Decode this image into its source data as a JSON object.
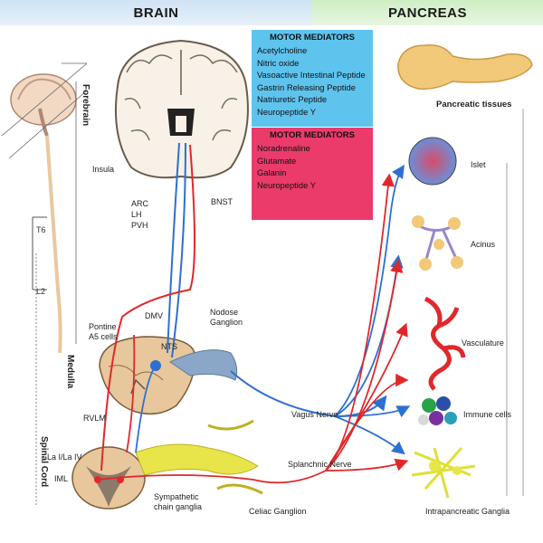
{
  "headers": {
    "brain": "BRAIN",
    "pancreas": "PANCREAS"
  },
  "motor_mediators_parasympathetic": {
    "title": "MOTOR MEDIATORS",
    "items": [
      "Acetylcholine",
      "Nitric oxide",
      "Vasoactive Intestinal Peptide",
      "Gastrin Releasing Peptide",
      "Natriuretic Peptide",
      "Neuropeptide Y"
    ],
    "color": "#5ec4ee"
  },
  "motor_mediators_sympathetic": {
    "title": "MOTOR MEDIATORS",
    "items": [
      "Noradrenaline",
      "Glutamate",
      "Galanin",
      "Neuropeptide Y"
    ],
    "color": "#ea3b6b"
  },
  "side_labels": {
    "forebrain": "Forebrain",
    "medulla": "Medulla",
    "spinal_cord": "Spinal Cord"
  },
  "spine_levels": {
    "t6": "T6",
    "l2": "L2"
  },
  "brain_labels": {
    "insula": "Insula",
    "bnst": "BNST",
    "arc": "ARC",
    "lh": "LH",
    "pvh": "PVH"
  },
  "medulla_labels": {
    "dmv": "DMV",
    "pontine": "Pontine",
    "a5": "A5 cells",
    "nts": "NTS",
    "nodose1": "Nodose",
    "nodose2": "Ganglion",
    "rvlm": "RVLM"
  },
  "spinal_labels": {
    "lamina": "La I/La IV",
    "iml": "IML",
    "sympathetic1": "Sympathetic",
    "sympathetic2": "chain ganglia",
    "celiac": "Celiac Ganglion"
  },
  "nerve_labels": {
    "vagus": "Vagus Nerve",
    "splanchnic": "Splanchnic Nerve"
  },
  "pancreas_labels": {
    "title": "Pancreatic tissues",
    "islet": "Islet",
    "acinus": "Acinus",
    "vasculature": "Vasculature",
    "immune": "Immune cells",
    "ganglia": "Intrapancreatic Ganglia"
  },
  "colors": {
    "sympathetic": "#e0282b",
    "parasympathetic": "#2f6fd0"
  }
}
